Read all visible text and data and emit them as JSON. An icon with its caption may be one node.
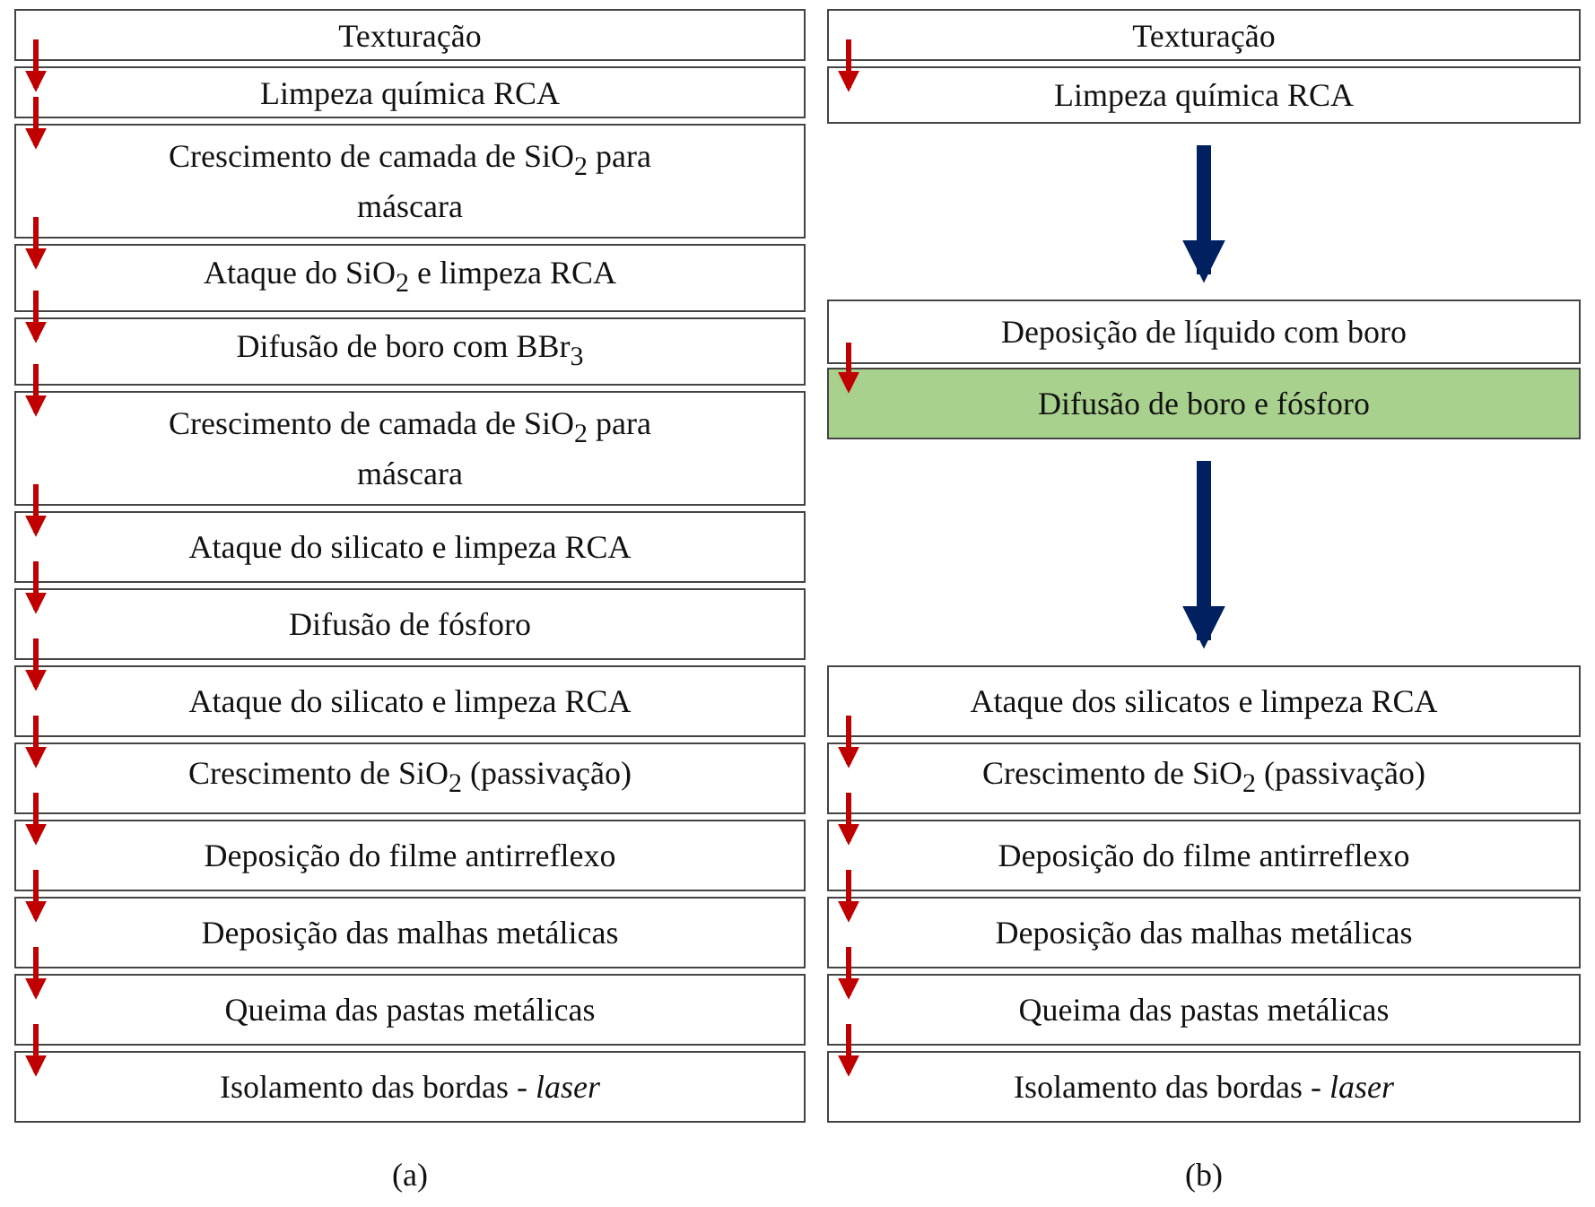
{
  "diagram": {
    "nodes": [
      {
        "text": [
          "Texturação"
        ]
      },
      {
        "text": [
          "Limpeza química RCA"
        ]
      },
      {
        "text": [
          "Crescimento de camada de SiO$_{2}$ para máscara"
        ]
      },
      {
        "text": [
          "Ataque do SiO$_{2}$ e limpeza RCA"
        ]
      },
      {
        "text": [
          "Difusão de boro com BBr$_{3}$"
        ]
      },
      {
        "text": [
          "Crescimento de camada de SiO$_{2}$ para máscara"
        ]
      },
      {
        "text": [
          "Ataque do silicato e limpeza RCA"
        ]
      },
      {
        "text": [
          "Difusão de fósforo"
        ]
      },
      {
        "text": [
          "Ataque do silicato e limpeza RCA"
        ]
      },
      {
        "text": [
          "Crescimento de SiO$_{2}$ (passivação)"
        ]
      },
      {
        "text": [
          "Deposição do filme antirreflexo"
        ]
      },
      {
        "text": [
          "Deposição das malhas metálicas"
        ]
      },
      {
        "text": [
          "Queima das pastas metálicas"
        ]
      },
      {
        "text": [
          "Isolamento das bordas - *laser*"
        ]
      },
      {
        "text": [
          "Texturação"
        ]
      },
      {
        "text": [
          "Limpeza química RCA"
        ]
      },
      {
        "text": [
          "Deposição de líquido com boro"
        ]
      },
      {
        "text": [
          "Difusão de boro e fósforo"
        ]
      },
      {
        "text": [
          "Ataque dos silicatos e limpeza RCA"
        ]
      },
      {
        "text": [
          "Crescimento de SiO$_{2}$ (passivação)"
        ]
      },
      {
        "text": [
          "Deposição do filme antirreflexo"
        ]
      },
      {
        "text": [
          "Deposição das malhas metálicas"
        ]
      },
      {
        "text": [
          "Queima das pastas metálicas"
        ]
      },
      {
        "text": [
          "Isolamento das bordas - *laser*"
        ]
      }
    ],
    "edges": [
      {
        "from": 0,
        "to": 1,
        "arrow": "to"
      },
      {
        "from": 1,
        "to": 2,
        "arrow": "to"
      },
      {
        "from": 2,
        "to": 3,
        "arrow": "to"
      },
      {
        "from": 3,
        "to": 4,
        "arrow": "to"
      },
      {
        "from": 4,
        "to": 5,
        "arrow": "to"
      },
      {
        "from": 5,
        "to": 6,
        "arrow": "to"
      },
      {
        "from": 6,
        "to": 7,
        "arrow": "to"
      },
      {
        "from": 7,
        "to": 8,
        "arrow": "to"
      },
      {
        "from": 8,
        "to": 9,
        "arrow": "to"
      },
      {
        "from": 9,
        "to": 10,
        "arrow": "to"
      },
      {
        "from": 10,
        "to": 11,
        "arrow": "to"
      },
      {
        "from": 11,
        "to": 12,
        "arrow": "to"
      },
      {
        "from": 12,
        "to": 13,
        "arrow": "to"
      },
      {
        "from": 14,
        "to": 15,
        "arrow": "to"
      },
      {
        "from": 15,
        "to": 16,
        "arrow": "to",
        "style": "thick",
        "color": "#002060"
      },
      {
        "from": 16,
        "to": 17,
        "arrow": "to"
      },
      {
        "from": 17,
        "to": 18,
        "arrow": "to",
        "style": "thick",
        "color": "#002060"
      },
      {
        "from": 18,
        "to": 19,
        "arrow": "to"
      },
      {
        "from": 19,
        "to": 20,
        "arrow": "to"
      },
      {
        "from": 20,
        "to": 21,
        "arrow": "to"
      },
      {
        "from": 21,
        "to": 22,
        "arrow": "to"
      },
      {
        "from": 22,
        "to": 23,
        "arrow": "to"
      }
    ],
    "labels": [
      "(a)",
      "(b)"
    ]
  }
}
